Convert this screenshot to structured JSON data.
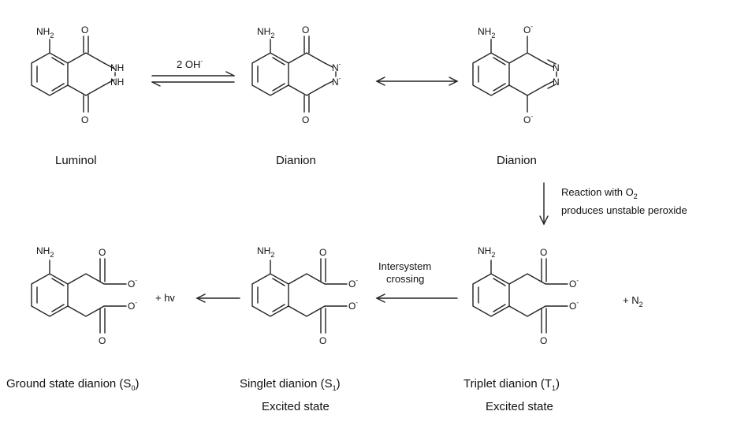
{
  "structures": {
    "luminol": {
      "label": "Luminol",
      "nh2": "NH",
      "nh2_sub": "2",
      "o": "O",
      "nh_top": "NH",
      "nh_bot": "NH"
    },
    "dianion_a": {
      "label": "Dianion",
      "nh2": "NH",
      "nh2_sub": "2",
      "o": "O",
      "n_top": "N",
      "n_bot": "N",
      "charge": "-"
    },
    "dianion_b": {
      "label": "Dianion",
      "nh2": "NH",
      "nh2_sub": "2",
      "o": "O",
      "n_top": "N",
      "n_bot": "N",
      "charge": "-"
    },
    "ground": {
      "label_pre": "Ground state dianion (S",
      "label_sub": "0",
      "label_post": ")",
      "nh2": "NH",
      "nh2_sub": "2",
      "o": "O",
      "charge": "-"
    },
    "singlet": {
      "label_pre": "Singlet dianion (S",
      "label_sub": "1",
      "label_post": ")",
      "label2": "Excited state",
      "nh2": "NH",
      "nh2_sub": "2",
      "o": "O",
      "charge": "-"
    },
    "triplet": {
      "label_pre": "Triplet dianion (T",
      "label_sub": "1",
      "label_post": ")",
      "label2": "Excited state",
      "nh2": "NH",
      "nh2_sub": "2",
      "o": "O",
      "charge": "-"
    }
  },
  "arrows": {
    "equilibrium": {
      "text": "2 OH",
      "sup": "-"
    },
    "resonance": {},
    "oxidation": {
      "line1_pre": "Reaction with O",
      "line1_sub": "2",
      "line2": "produces unstable peroxide"
    },
    "isc": {
      "line1": "Intersystem",
      "line2": "crossing"
    },
    "emission": {
      "text": "+ hv"
    }
  },
  "byproduct": {
    "text": "+ N",
    "sub": "2"
  }
}
